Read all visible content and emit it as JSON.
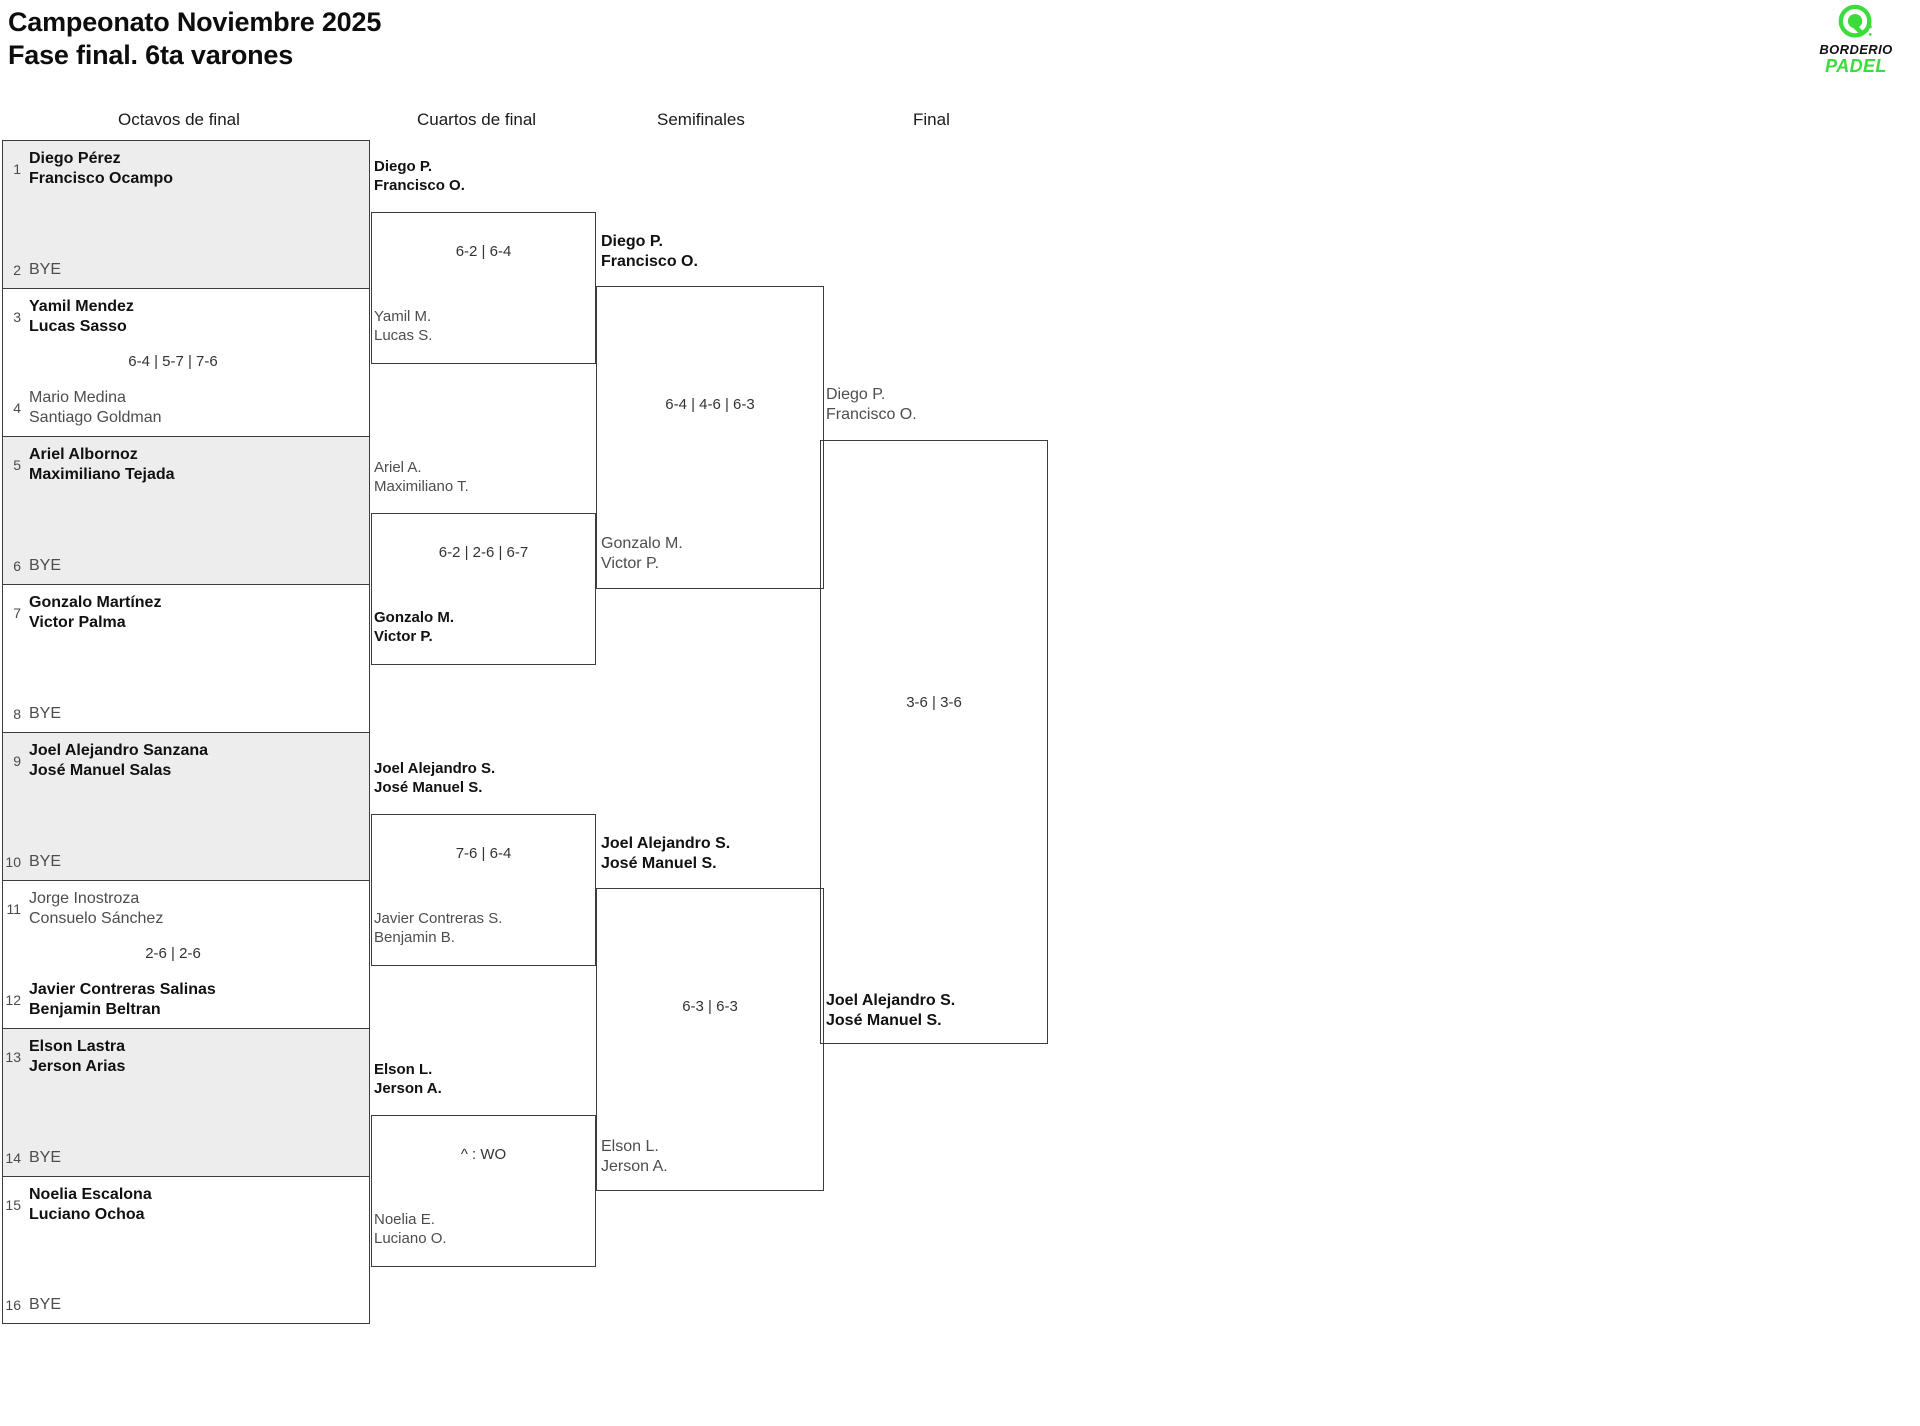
{
  "header": {
    "title_line1": "Campeonato Noviembre 2025",
    "title_line2": "Fase final. 6ta varones",
    "logo_word1": "BORDERIO",
    "logo_word2": "PADEL",
    "logo_color": "#3ddc3d"
  },
  "rounds": [
    {
      "label": "Octavos de final"
    },
    {
      "label": "Cuartos de final"
    },
    {
      "label": "Semifinales"
    },
    {
      "label": "Final"
    }
  ],
  "round1": {
    "pairs": [
      {
        "shaded": true,
        "top": {
          "seed": "1",
          "line1": "Diego Pérez",
          "line2": "Francisco Ocampo",
          "state": "win"
        },
        "bottom": {
          "seed": "2",
          "line1": "BYE",
          "line2": "",
          "state": "bye"
        },
        "score": ""
      },
      {
        "shaded": false,
        "top": {
          "seed": "3",
          "line1": "Yamil Mendez",
          "line2": "Lucas Sasso",
          "state": "win"
        },
        "bottom": {
          "seed": "4",
          "line1": "Mario Medina",
          "line2": "Santiago Goldman",
          "state": "lose"
        },
        "score": "6-4 | 5-7 | 7-6"
      },
      {
        "shaded": true,
        "top": {
          "seed": "5",
          "line1": "Ariel Albornoz",
          "line2": "Maximiliano Tejada",
          "state": "win"
        },
        "bottom": {
          "seed": "6",
          "line1": "BYE",
          "line2": "",
          "state": "bye"
        },
        "score": ""
      },
      {
        "shaded": false,
        "top": {
          "seed": "7",
          "line1": "Gonzalo Martínez",
          "line2": "Victor Palma",
          "state": "win"
        },
        "bottom": {
          "seed": "8",
          "line1": "BYE",
          "line2": "",
          "state": "bye"
        },
        "score": ""
      },
      {
        "shaded": true,
        "top": {
          "seed": "9",
          "line1": "Joel Alejandro Sanzana",
          "line2": "José Manuel Salas",
          "state": "win"
        },
        "bottom": {
          "seed": "10",
          "line1": "BYE",
          "line2": "",
          "state": "bye"
        },
        "score": ""
      },
      {
        "shaded": false,
        "top": {
          "seed": "11",
          "line1": "Jorge Inostroza",
          "line2": "Consuelo Sánchez",
          "state": "lose"
        },
        "bottom": {
          "seed": "12",
          "line1": "Javier Contreras Salinas",
          "line2": "Benjamin Beltran",
          "state": "win"
        },
        "score": "2-6 | 2-6"
      },
      {
        "shaded": true,
        "top": {
          "seed": "13",
          "line1": "Elson Lastra",
          "line2": "Jerson Arias",
          "state": "win"
        },
        "bottom": {
          "seed": "14",
          "line1": "BYE",
          "line2": "",
          "state": "bye"
        },
        "score": ""
      },
      {
        "shaded": false,
        "top": {
          "seed": "15",
          "line1": "Noelia Escalona",
          "line2": "Luciano Ochoa",
          "state": "win"
        },
        "bottom": {
          "seed": "16",
          "line1": "BYE",
          "line2": "",
          "state": "bye"
        },
        "score": ""
      }
    ]
  },
  "round2": {
    "matches": [
      {
        "top": {
          "line1": "Diego P.",
          "line2": "Francisco O.",
          "state": "win"
        },
        "bottom": {
          "line1": "Yamil M.",
          "line2": "Lucas S.",
          "state": "lose"
        },
        "score": "6-2 | 6-4"
      },
      {
        "top": {
          "line1": "Ariel A.",
          "line2": "Maximiliano T.",
          "state": "lose"
        },
        "bottom": {
          "line1": "Gonzalo M.",
          "line2": "Victor P.",
          "state": "win"
        },
        "score": "6-2 | 2-6 | 6-7"
      },
      {
        "top": {
          "line1": "Joel Alejandro S.",
          "line2": "José Manuel S.",
          "state": "win"
        },
        "bottom": {
          "line1": "Javier Contreras S.",
          "line2": "Benjamin B.",
          "state": "lose"
        },
        "score": "7-6 | 6-4"
      },
      {
        "top": {
          "line1": "Elson L.",
          "line2": "Jerson A.",
          "state": "win"
        },
        "bottom": {
          "line1": "Noelia E.",
          "line2": "Luciano O.",
          "state": "lose"
        },
        "score": "^ : WO"
      }
    ]
  },
  "round3": {
    "matches": [
      {
        "top": {
          "line1": "Diego P.",
          "line2": "Francisco O.",
          "state": "win"
        },
        "bottom": {
          "line1": "Gonzalo M.",
          "line2": "Victor P.",
          "state": "lose"
        },
        "score": "6-4 | 4-6 | 6-3"
      },
      {
        "top": {
          "line1": "Joel Alejandro S.",
          "line2": "José Manuel S.",
          "state": "win"
        },
        "bottom": {
          "line1": "Elson L.",
          "line2": "Jerson A.",
          "state": "lose"
        },
        "score": "6-3 | 6-3"
      }
    ]
  },
  "round4": {
    "match": {
      "top": {
        "line1": "Diego P.",
        "line2": "Francisco O.",
        "state": "lose"
      },
      "bottom": {
        "line1": "Joel Alejandro S.",
        "line2": "José Manuel S.",
        "state": "win"
      },
      "score": "3-6 | 3-6"
    }
  }
}
